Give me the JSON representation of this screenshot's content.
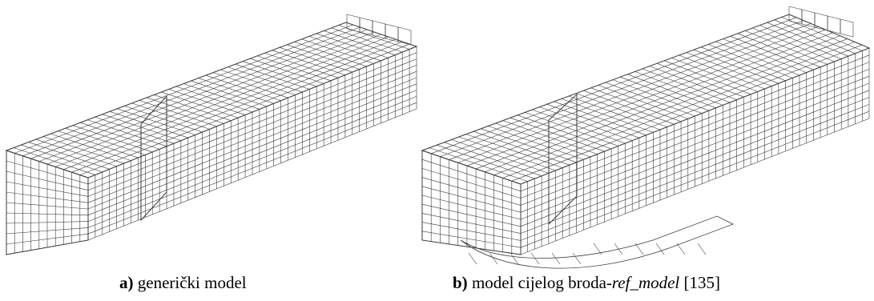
{
  "captions": {
    "a": {
      "letter": "a)",
      "text": " generički model"
    },
    "b": {
      "letter": "b)",
      "text_before": " model cijelog broda-",
      "text_italic": "ref_model",
      "text_after": " [135]"
    }
  },
  "colors": {
    "mesh_line": "#3a3a3a",
    "background": "#ffffff"
  }
}
